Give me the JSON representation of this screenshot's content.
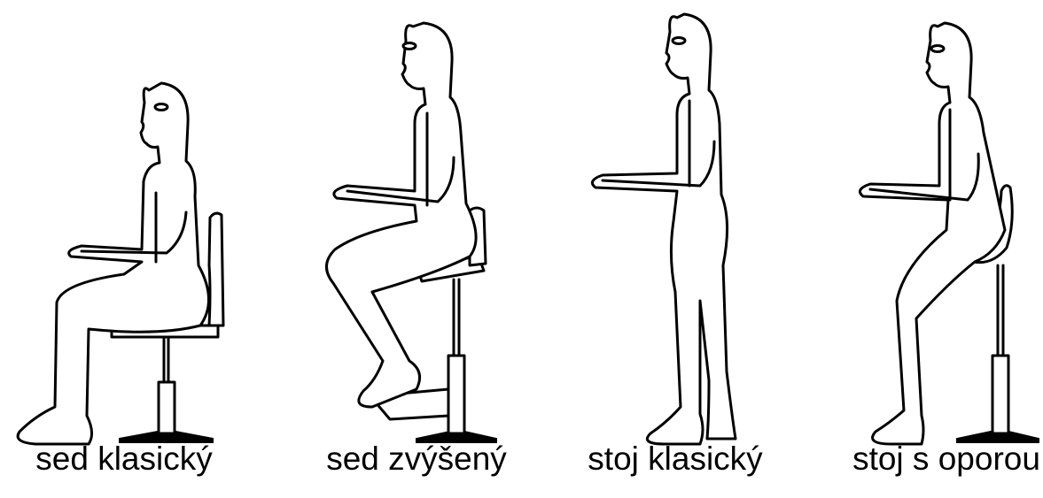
{
  "figures": [
    {
      "id": "sed-klasicky",
      "caption": "sed klasický"
    },
    {
      "id": "sed-zvyseny",
      "caption": "sed zvýšený"
    },
    {
      "id": "stoj-klasicky",
      "caption": "stoj klasický"
    },
    {
      "id": "stoj-s-oporou",
      "caption": "stoj s oporou"
    }
  ]
}
